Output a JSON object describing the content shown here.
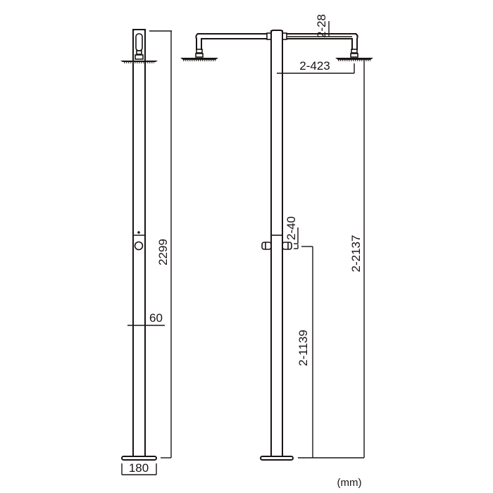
{
  "diagram": {
    "type": "technical-drawing",
    "subject": "outdoor shower column (side view and front view)",
    "units": "(mm)",
    "colors": {
      "line": "#1a1414",
      "background": "#ffffff"
    }
  },
  "side_view": {
    "dimensions": {
      "total_height": "2299",
      "pipe_diameter": "60",
      "base_diameter": "180"
    }
  },
  "front_view": {
    "dimensions": {
      "arm_height": "2-28",
      "arm_reach": "2-423",
      "valve_offset": "2-40",
      "valve_height": "2-1139",
      "showerhead_height": "2-2137"
    }
  }
}
